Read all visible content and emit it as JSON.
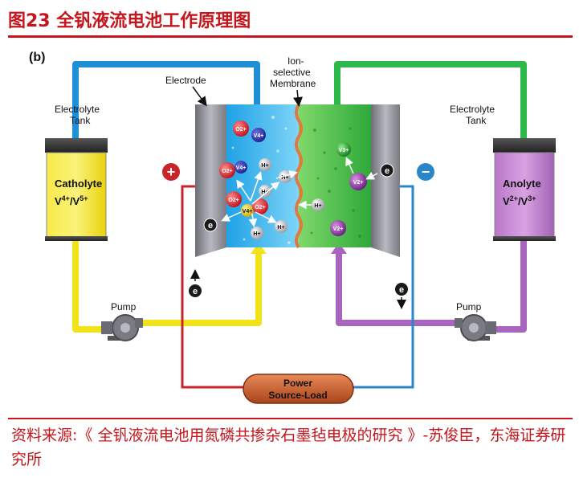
{
  "header": {
    "figure_title": "图23  全钒液流电池工作原理图"
  },
  "diagram": {
    "panel_label": "(b)",
    "labels": {
      "electrolyte_tank_left": [
        "Electrolyte",
        "Tank"
      ],
      "electrolyte_tank_right": [
        "Electrolyte",
        "Tank"
      ],
      "electrode": "Electrode",
      "membrane": [
        "Ion-",
        "selective",
        "Membrane"
      ],
      "catholyte": "Catholyte",
      "catholyte_ions": "V4+/V5+",
      "anolyte": "Anolyte",
      "anolyte_ions": "V2+/V3+",
      "pump_left": "Pump",
      "pump_right": "Pump",
      "power": [
        "Power",
        "Source-Load"
      ],
      "positive_sign": "+",
      "negative_sign": "−",
      "electron": "e"
    },
    "particles": {
      "o2_plus": "O2+",
      "v4_plus": "V4+",
      "h_plus": "H+",
      "v3_plus": "V3+",
      "v2_plus": "V2+"
    },
    "colors": {
      "left_pipe": "#1e8fd6",
      "right_pipe": "#2db84a",
      "left_return": "#f2e21a",
      "right_return": "#a865c0",
      "circuit_left": "#c8252b",
      "circuit_right": "#2a86c8",
      "catholyte_fill": "#f4e11f",
      "anolyte_fill": "#c481d0",
      "positive_chamber": "#38b6f0",
      "negative_chamber": "#4cc14a",
      "electrode_gray": "#8c8c94",
      "membrane": "#e07a3c",
      "power_fill": "#c5592a"
    }
  },
  "footer": {
    "source": "资料来源:《 全钒液流电池用氮磷共掺杂石墨毡电极的研究 》-苏俊臣，东海证券研究所"
  }
}
